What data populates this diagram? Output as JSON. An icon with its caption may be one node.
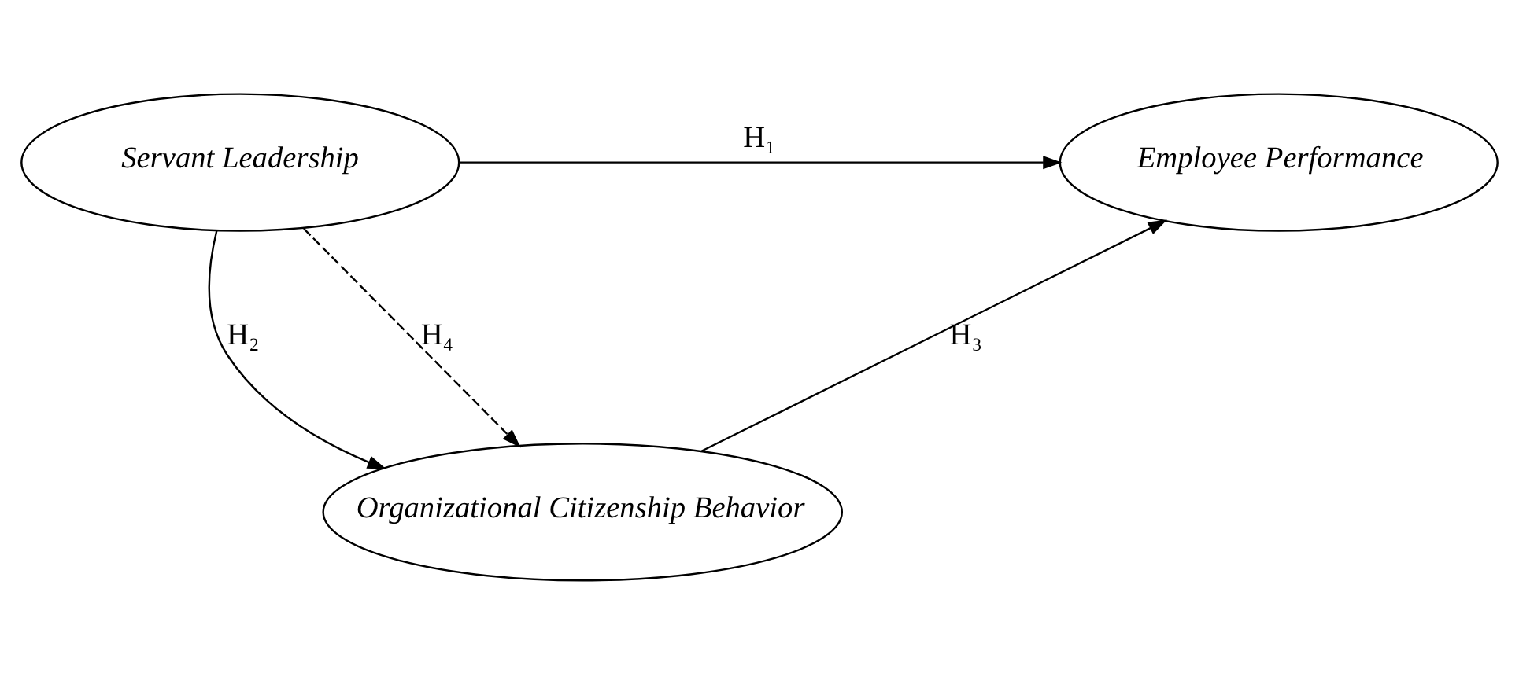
{
  "diagram": {
    "nodes": [
      {
        "text": [
          "Servant Leadership"
        ]
      },
      {
        "text": [
          "Employee Performance"
        ]
      },
      {
        "text": [
          "Organizational Citizenship Behavior"
        ]
      }
    ],
    "edges": [
      {
        "from": 0,
        "to": 1,
        "arrow": "to",
        "label": "H₁"
      },
      {
        "from": 0,
        "to": 2,
        "arrow": "to",
        "label": "H₂"
      },
      {
        "from": 0,
        "to": 2,
        "arrow": "to",
        "label": "H₄",
        "style": "dashed"
      },
      {
        "from": 2,
        "to": 1,
        "arrow": "to",
        "label": "H₃"
      }
    ]
  }
}
